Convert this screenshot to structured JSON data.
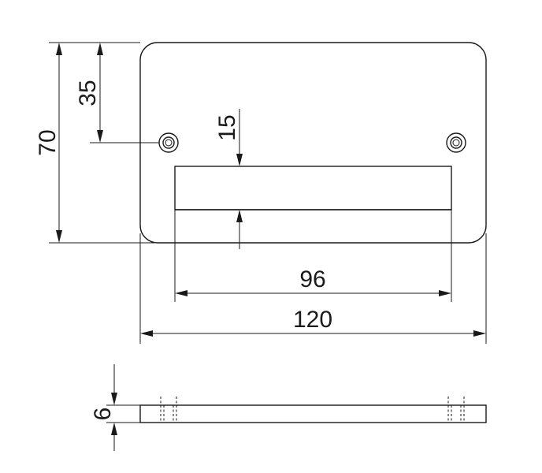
{
  "dimensions": {
    "height": "70",
    "hole_offset": "35",
    "slot_height": "15",
    "slot_width": "96",
    "width": "120",
    "thickness": "6"
  }
}
